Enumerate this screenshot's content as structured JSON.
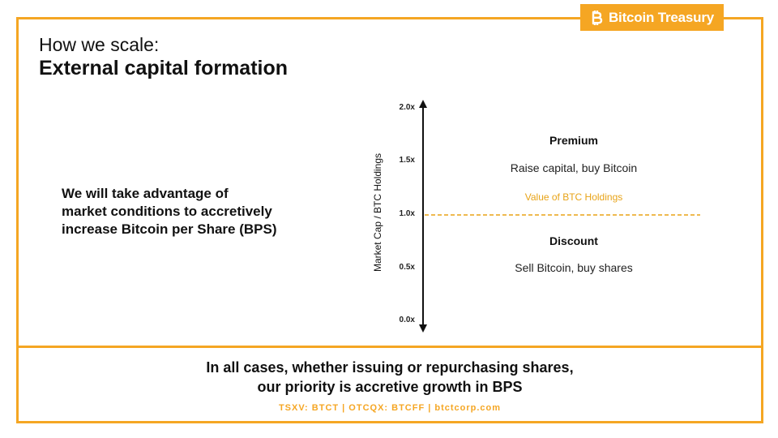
{
  "brand": {
    "name": "Bitcoin Treasury",
    "logo_icon": "bitcoin-b-icon",
    "accent_color": "#f5a623"
  },
  "title": {
    "line1": "How we scale:",
    "line2": "External capital formation"
  },
  "lead": {
    "lines": [
      "We will take advantage of",
      "market conditions to accretively",
      "increase Bitcoin per Share (BPS)"
    ]
  },
  "diagram": {
    "axis_label": "Market Cap / BTC Holdings",
    "ticks": [
      "2.0x",
      "1.5x",
      "1.0x",
      "0.5x",
      "0.0x"
    ],
    "threshold_label": "Value of BTC Holdings",
    "premium": {
      "title": "Premium",
      "text": "Raise capital, buy Bitcoin"
    },
    "discount": {
      "title": "Discount",
      "text": "Sell Bitcoin, buy shares"
    }
  },
  "conclusion": {
    "lines": [
      "In all cases, whether issuing or repurchasing shares,",
      "our priority is accretive growth in BPS"
    ]
  },
  "footer": "TSXV: BTCT | OTCQX: BTCFF | btctcorp.com"
}
